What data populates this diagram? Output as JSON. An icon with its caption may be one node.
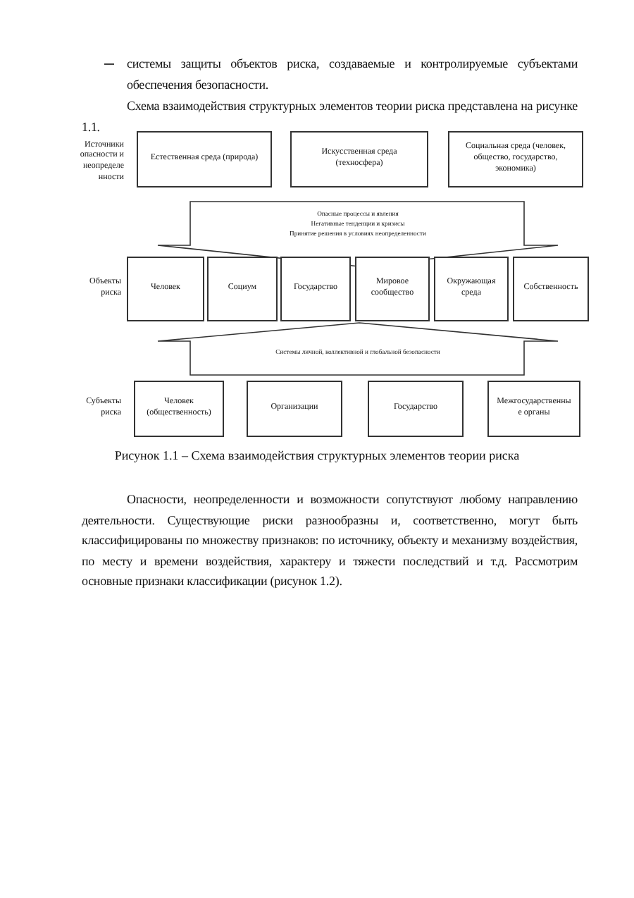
{
  "diagram": {
    "caption": "Рисунок 1.1 – Схема взаимодействия структурных элементов теории риска",
    "nodes": [
      {
        "text": [
          "Естественная среда (природа)"
        ]
      },
      {
        "text": [
          "Искусственная среда (техносфера)"
        ]
      },
      {
        "text": [
          "Социальная среда (человек, общество, государство, экономика)"
        ]
      },
      {
        "text": [
          "Опасные процессы и явления",
          "Негативные тенденции и кризисы",
          "Принятие решения в условиях неопределенности"
        ]
      },
      {
        "text": [
          "Человек"
        ]
      },
      {
        "text": [
          "Социум"
        ]
      },
      {
        "text": [
          "Государство"
        ]
      },
      {
        "text": [
          "Мировое сообщество"
        ]
      },
      {
        "text": [
          "Окружающая среда"
        ]
      },
      {
        "text": [
          "Собственность"
        ]
      },
      {
        "text": [
          "Системы личной, коллективной и глобальной безопасности"
        ]
      },
      {
        "text": [
          "Человек (общественность)"
        ]
      },
      {
        "text": [
          "Организации"
        ]
      },
      {
        "text": [
          "Государство"
        ]
      },
      {
        "text": [
          "Межгосударственны е органы"
        ]
      }
    ],
    "labels": [
      "системы защиты объектов риска, создаваемые и контролируемые субъектами обеспечения безопасности.",
      "Схема взаимодействия структурных элементов теории риска представлена на рисунке 1.1.",
      "Источники опасности и неопределе нности",
      "Объекты риска",
      "Субъекты риска",
      "Опасности, неопределенности и возможности сопутствуют любому направлению деятельности. Существующие риски разнообразны и, соответственно, могут быть классифицированы по множеству признаков: по источнику, объекту и механизму воздействия, по месту и времени воздействия, характеру и тяжести последствий и т.д. Рассмотрим основные признаки классификации (рисунок 1.2)."
    ]
  }
}
